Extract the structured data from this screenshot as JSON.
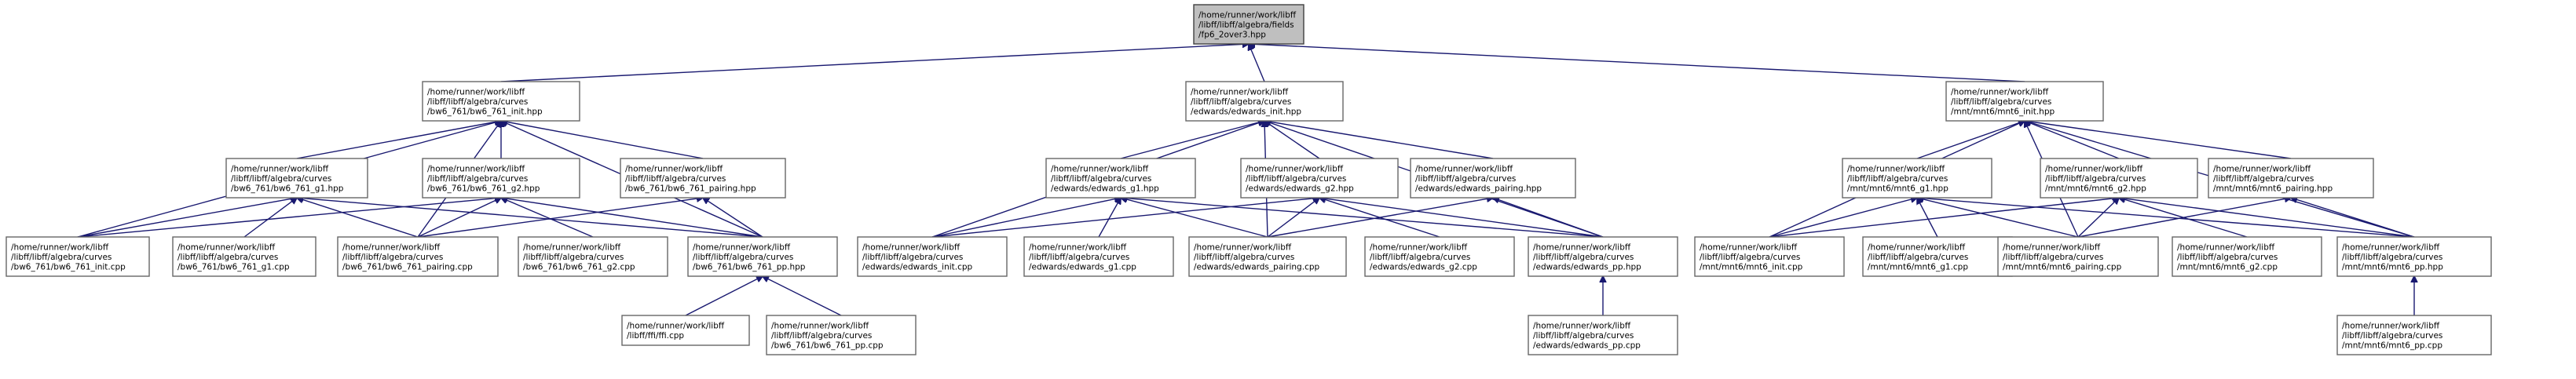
{
  "root": {
    "id": "root",
    "lines": [
      "/home/runner/work/libff",
      "/libff/libff/algebra/fields",
      "/fp6_2over3.hpp"
    ]
  },
  "nodes": [
    {
      "id": "bw_init_hpp",
      "lines": [
        "/home/runner/work/libff",
        "/libff/libff/algebra/curves",
        "/bw6_761/bw6_761_init.hpp"
      ]
    },
    {
      "id": "ed_init_hpp",
      "lines": [
        "/home/runner/work/libff",
        "/libff/libff/algebra/curves",
        "/edwards/edwards_init.hpp"
      ]
    },
    {
      "id": "mnt_init_hpp",
      "lines": [
        "/home/runner/work/libff",
        "/libff/libff/algebra/curves",
        "/mnt/mnt6/mnt6_init.hpp"
      ]
    },
    {
      "id": "bw_g1_hpp",
      "lines": [
        "/home/runner/work/libff",
        "/libff/libff/algebra/curves",
        "/bw6_761/bw6_761_g1.hpp"
      ]
    },
    {
      "id": "bw_g2_hpp",
      "lines": [
        "/home/runner/work/libff",
        "/libff/libff/algebra/curves",
        "/bw6_761/bw6_761_g2.hpp"
      ]
    },
    {
      "id": "bw_pair_hpp",
      "lines": [
        "/home/runner/work/libff",
        "/libff/libff/algebra/curves",
        "/bw6_761/bw6_761_pairing.hpp"
      ]
    },
    {
      "id": "ed_g1_hpp",
      "lines": [
        "/home/runner/work/libff",
        "/libff/libff/algebra/curves",
        "/edwards/edwards_g1.hpp"
      ]
    },
    {
      "id": "ed_g2_hpp",
      "lines": [
        "/home/runner/work/libff",
        "/libff/libff/algebra/curves",
        "/edwards/edwards_g2.hpp"
      ]
    },
    {
      "id": "ed_pair_hpp",
      "lines": [
        "/home/runner/work/libff",
        "/libff/libff/algebra/curves",
        "/edwards/edwards_pairing.hpp"
      ]
    },
    {
      "id": "mnt_g1_hpp",
      "lines": [
        "/home/runner/work/libff",
        "/libff/libff/algebra/curves",
        "/mnt/mnt6/mnt6_g1.hpp"
      ]
    },
    {
      "id": "mnt_g2_hpp",
      "lines": [
        "/home/runner/work/libff",
        "/libff/libff/algebra/curves",
        "/mnt/mnt6/mnt6_g2.hpp"
      ]
    },
    {
      "id": "mnt_pair_hpp",
      "lines": [
        "/home/runner/work/libff",
        "/libff/libff/algebra/curves",
        "/mnt/mnt6/mnt6_pairing.hpp"
      ]
    },
    {
      "id": "bw_init_cpp",
      "lines": [
        "/home/runner/work/libff",
        "/libff/libff/algebra/curves",
        "/bw6_761/bw6_761_init.cpp"
      ]
    },
    {
      "id": "bw_g1_cpp",
      "lines": [
        "/home/runner/work/libff",
        "/libff/libff/algebra/curves",
        "/bw6_761/bw6_761_g1.cpp"
      ]
    },
    {
      "id": "bw_pair_cpp",
      "lines": [
        "/home/runner/work/libff",
        "/libff/libff/algebra/curves",
        "/bw6_761/bw6_761_pairing.cpp"
      ]
    },
    {
      "id": "bw_g2_cpp",
      "lines": [
        "/home/runner/work/libff",
        "/libff/libff/algebra/curves",
        "/bw6_761/bw6_761_g2.cpp"
      ]
    },
    {
      "id": "bw_pp_hpp",
      "lines": [
        "/home/runner/work/libff",
        "/libff/libff/algebra/curves",
        "/bw6_761/bw6_761_pp.hpp"
      ]
    },
    {
      "id": "ed_init_cpp",
      "lines": [
        "/home/runner/work/libff",
        "/libff/libff/algebra/curves",
        "/edwards/edwards_init.cpp"
      ]
    },
    {
      "id": "ed_g1_cpp",
      "lines": [
        "/home/runner/work/libff",
        "/libff/libff/algebra/curves",
        "/edwards/edwards_g1.cpp"
      ]
    },
    {
      "id": "ed_pair_cpp",
      "lines": [
        "/home/runner/work/libff",
        "/libff/libff/algebra/curves",
        "/edwards/edwards_pairing.cpp"
      ]
    },
    {
      "id": "ed_g2_cpp",
      "lines": [
        "/home/runner/work/libff",
        "/libff/libff/algebra/curves",
        "/edwards/edwards_g2.cpp"
      ]
    },
    {
      "id": "ed_pp_hpp",
      "lines": [
        "/home/runner/work/libff",
        "/libff/libff/algebra/curves",
        "/edwards/edwards_pp.hpp"
      ]
    },
    {
      "id": "mnt_init_cpp",
      "lines": [
        "/home/runner/work/libff",
        "/libff/libff/algebra/curves",
        "/mnt/mnt6/mnt6_init.cpp"
      ]
    },
    {
      "id": "mnt_g1_cpp",
      "lines": [
        "/home/runner/work/libff",
        "/libff/libff/algebra/curves",
        "/mnt/mnt6/mnt6_g1.cpp"
      ]
    },
    {
      "id": "mnt_pair_cpp",
      "lines": [
        "/home/runner/work/libff",
        "/libff/libff/algebra/curves",
        "/mnt/mnt6/mnt6_pairing.cpp"
      ]
    },
    {
      "id": "mnt_g2_cpp",
      "lines": [
        "/home/runner/work/libff",
        "/libff/libff/algebra/curves",
        "/mnt/mnt6/mnt6_g2.cpp"
      ]
    },
    {
      "id": "mnt_pp_hpp",
      "lines": [
        "/home/runner/work/libff",
        "/libff/libff/algebra/curves",
        "/mnt/mnt6/mnt6_pp.hpp"
      ]
    },
    {
      "id": "ffi_cpp",
      "lines": [
        "/home/runner/work/libff",
        "/libff/ffi/ffi.cpp"
      ]
    },
    {
      "id": "bw_pp_cpp",
      "lines": [
        "/home/runner/work/libff",
        "/libff/libff/algebra/curves",
        "/bw6_761/bw6_761_pp.cpp"
      ]
    },
    {
      "id": "ed_pp_cpp",
      "lines": [
        "/home/runner/work/libff",
        "/libff/libff/algebra/curves",
        "/edwards/edwards_pp.cpp"
      ]
    },
    {
      "id": "mnt_pp_cpp",
      "lines": [
        "/home/runner/work/libff",
        "/libff/libff/algebra/curves",
        "/mnt/mnt6/mnt6_pp.cpp"
      ]
    }
  ],
  "edges": [
    [
      "bw_init_hpp",
      "root"
    ],
    [
      "ed_init_hpp",
      "root"
    ],
    [
      "mnt_init_hpp",
      "root"
    ],
    [
      "bw_g1_hpp",
      "bw_init_hpp"
    ],
    [
      "bw_g2_hpp",
      "bw_init_hpp"
    ],
    [
      "bw_pair_hpp",
      "bw_init_hpp"
    ],
    [
      "bw_init_cpp",
      "bw_init_hpp"
    ],
    [
      "bw_pair_cpp",
      "bw_init_hpp"
    ],
    [
      "bw_pp_hpp",
      "bw_init_hpp"
    ],
    [
      "bw_init_cpp",
      "bw_g1_hpp"
    ],
    [
      "bw_g1_cpp",
      "bw_g1_hpp"
    ],
    [
      "bw_pair_cpp",
      "bw_g1_hpp"
    ],
    [
      "bw_pp_hpp",
      "bw_g1_hpp"
    ],
    [
      "bw_init_cpp",
      "bw_g2_hpp"
    ],
    [
      "bw_pair_cpp",
      "bw_g2_hpp"
    ],
    [
      "bw_g2_cpp",
      "bw_g2_hpp"
    ],
    [
      "bw_pp_hpp",
      "bw_g2_hpp"
    ],
    [
      "bw_pair_cpp",
      "bw_pair_hpp"
    ],
    [
      "bw_pp_hpp",
      "bw_pair_hpp"
    ],
    [
      "ffi_cpp",
      "bw_pp_hpp"
    ],
    [
      "bw_pp_cpp",
      "bw_pp_hpp"
    ],
    [
      "ed_g1_hpp",
      "ed_init_hpp"
    ],
    [
      "ed_g2_hpp",
      "ed_init_hpp"
    ],
    [
      "ed_pair_hpp",
      "ed_init_hpp"
    ],
    [
      "ed_init_cpp",
      "ed_init_hpp"
    ],
    [
      "ed_pair_cpp",
      "ed_init_hpp"
    ],
    [
      "ed_pp_hpp",
      "ed_init_hpp"
    ],
    [
      "ed_init_cpp",
      "ed_g1_hpp"
    ],
    [
      "ed_g1_cpp",
      "ed_g1_hpp"
    ],
    [
      "ed_pair_cpp",
      "ed_g1_hpp"
    ],
    [
      "ed_pp_hpp",
      "ed_g1_hpp"
    ],
    [
      "ed_init_cpp",
      "ed_g2_hpp"
    ],
    [
      "ed_pair_cpp",
      "ed_g2_hpp"
    ],
    [
      "ed_g2_cpp",
      "ed_g2_hpp"
    ],
    [
      "ed_pp_hpp",
      "ed_g2_hpp"
    ],
    [
      "ed_pair_cpp",
      "ed_pair_hpp"
    ],
    [
      "ed_pp_hpp",
      "ed_pair_hpp"
    ],
    [
      "ed_pp_cpp",
      "ed_pp_hpp"
    ],
    [
      "mnt_g1_hpp",
      "mnt_init_hpp"
    ],
    [
      "mnt_g2_hpp",
      "mnt_init_hpp"
    ],
    [
      "mnt_pair_hpp",
      "mnt_init_hpp"
    ],
    [
      "mnt_init_cpp",
      "mnt_init_hpp"
    ],
    [
      "mnt_pair_cpp",
      "mnt_init_hpp"
    ],
    [
      "mnt_pp_hpp",
      "mnt_init_hpp"
    ],
    [
      "mnt_init_cpp",
      "mnt_g1_hpp"
    ],
    [
      "mnt_g1_cpp",
      "mnt_g1_hpp"
    ],
    [
      "mnt_pair_cpp",
      "mnt_g1_hpp"
    ],
    [
      "mnt_pp_hpp",
      "mnt_g1_hpp"
    ],
    [
      "mnt_init_cpp",
      "mnt_g2_hpp"
    ],
    [
      "mnt_pair_cpp",
      "mnt_g2_hpp"
    ],
    [
      "mnt_g2_cpp",
      "mnt_g2_hpp"
    ],
    [
      "mnt_pp_hpp",
      "mnt_g2_hpp"
    ],
    [
      "mnt_pair_cpp",
      "mnt_pair_hpp"
    ],
    [
      "mnt_pp_hpp",
      "mnt_pair_hpp"
    ],
    [
      "mnt_pp_cpp",
      "mnt_pp_hpp"
    ]
  ],
  "colors": {
    "edge": "#191970",
    "root_fill": "#bfbfbf",
    "node_fill": "#ffffff"
  }
}
